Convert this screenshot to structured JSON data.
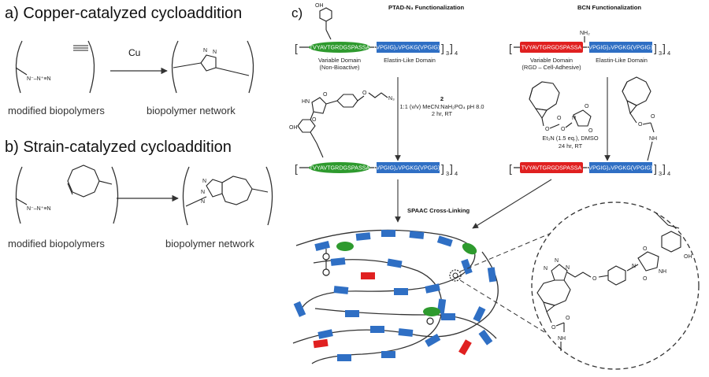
{
  "panel_a": {
    "title": "a) Copper-catalyzed cycloaddition",
    "catalyst": "Cu",
    "left_label": "modified biopolymers",
    "right_label": "biopolymer network",
    "azide_text": "N⁻–N⁺≡N",
    "triazole_n": "N"
  },
  "panel_b": {
    "title": "b) Strain-catalyzed cycloaddition",
    "left_label": "modified biopolymers",
    "right_label": "biopolymer network",
    "azide_text": "N⁻–N⁺≡N",
    "triazole_n": "N"
  },
  "panel_c": {
    "label": "c)",
    "ptad_title": "PTAD-N₃ Functionalization",
    "bcn_title": "BCN Functionalization",
    "ptad_seq": "TVYAVTGRDGSPASSA",
    "bcn_seq": "TVYAVTGRGDSPASSA",
    "elp_seq": "(VPGIG)₂VPGKG(VPGIG)₂",
    "repeat_sub": "3",
    "repeat_sub2": "4",
    "var_domain_left": "Variable Domain",
    "var_domain_left_sub": "(Non-Bioactive)",
    "var_domain_right": "Variable Domain",
    "var_domain_right_sub": "(RGD – Cell-Adhesive)",
    "elastin_label": "Elastin-Like Domain",
    "reagent_num": "2",
    "cond_ptad_1": "1:1 (v/v) MeCN:NaH₂PO₄ pH 8.0",
    "cond_ptad_2": "2 hr, RT",
    "cond_bcn_1": "Et₃N (1.5 eq.), DMSO",
    "cond_bcn_2": "24 hr, RT",
    "spaac_label": "SPAAC Cross-Linking",
    "oh_label": "OH",
    "nh2_label": "NH₂",
    "n3_label": "N₃",
    "o_label": "O",
    "n_label": "N",
    "hn_label": "HN",
    "nh_label": "NH",
    "colors": {
      "green": "#2e9a2e",
      "blue": "#2f6fc4",
      "red": "#e02020"
    }
  }
}
